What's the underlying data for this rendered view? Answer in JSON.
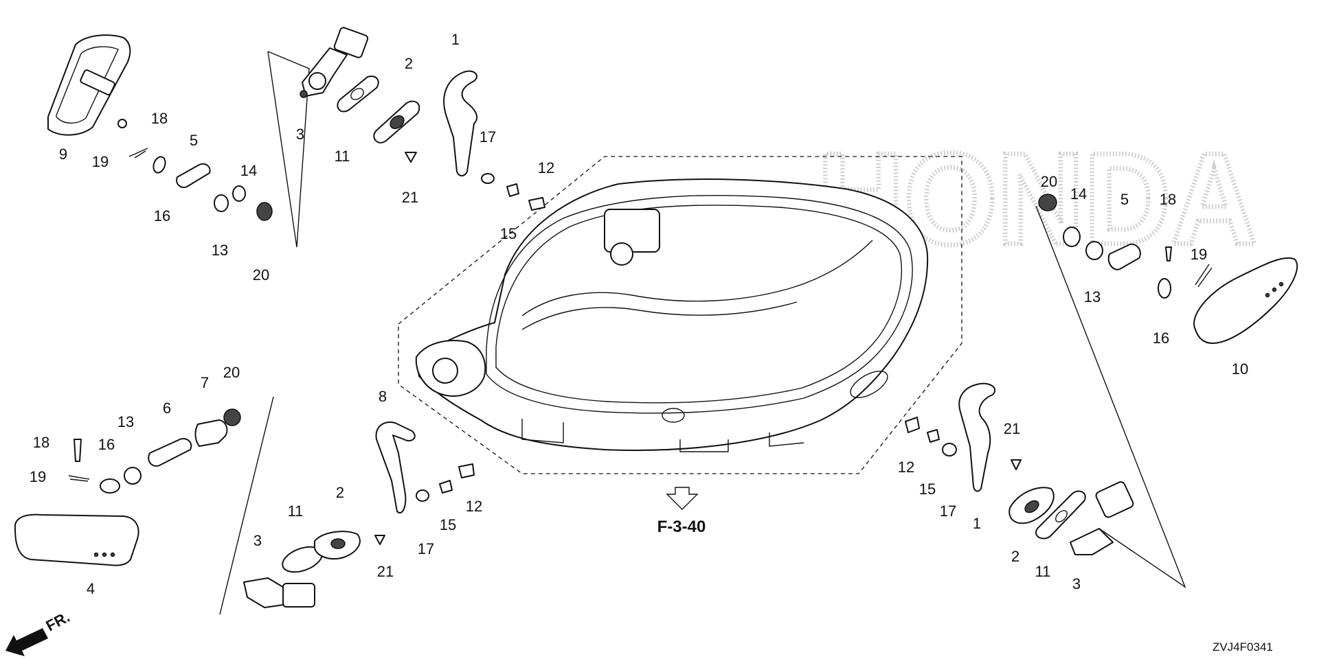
{
  "labels": {
    "l1a": "1",
    "l1b": "1",
    "l2a": "2",
    "l2b": "2",
    "l2c": "2",
    "l3a": "3",
    "l3b": "3",
    "l3c": "3",
    "l4": "4",
    "l5a": "5",
    "l5b": "5",
    "l6": "6",
    "l7": "7",
    "l8": "8",
    "l9": "9",
    "l10": "10",
    "l11a": "11",
    "l11b": "11",
    "l11c": "11",
    "l12a": "12",
    "l12b": "12",
    "l12c": "12",
    "l13a": "13",
    "l13b": "13",
    "l13c": "13",
    "l14a": "14",
    "l14b": "14",
    "l15a": "15",
    "l15b": "15",
    "l15c": "15",
    "l16a": "16",
    "l16b": "16",
    "l16c": "16",
    "l17a": "17",
    "l17b": "17",
    "l17c": "17",
    "l18a": "18",
    "l18b": "18",
    "l18c": "18",
    "l19a": "19",
    "l19b": "19",
    "l19c": "19",
    "l20a": "20",
    "l20b": "20",
    "l20c": "20",
    "l21a": "21",
    "l21b": "21",
    "l21c": "21"
  },
  "reference": "F-3-40",
  "front_marker": "FR.",
  "diagram_code": "ZVJ4F0341",
  "watermark": "HONDA"
}
